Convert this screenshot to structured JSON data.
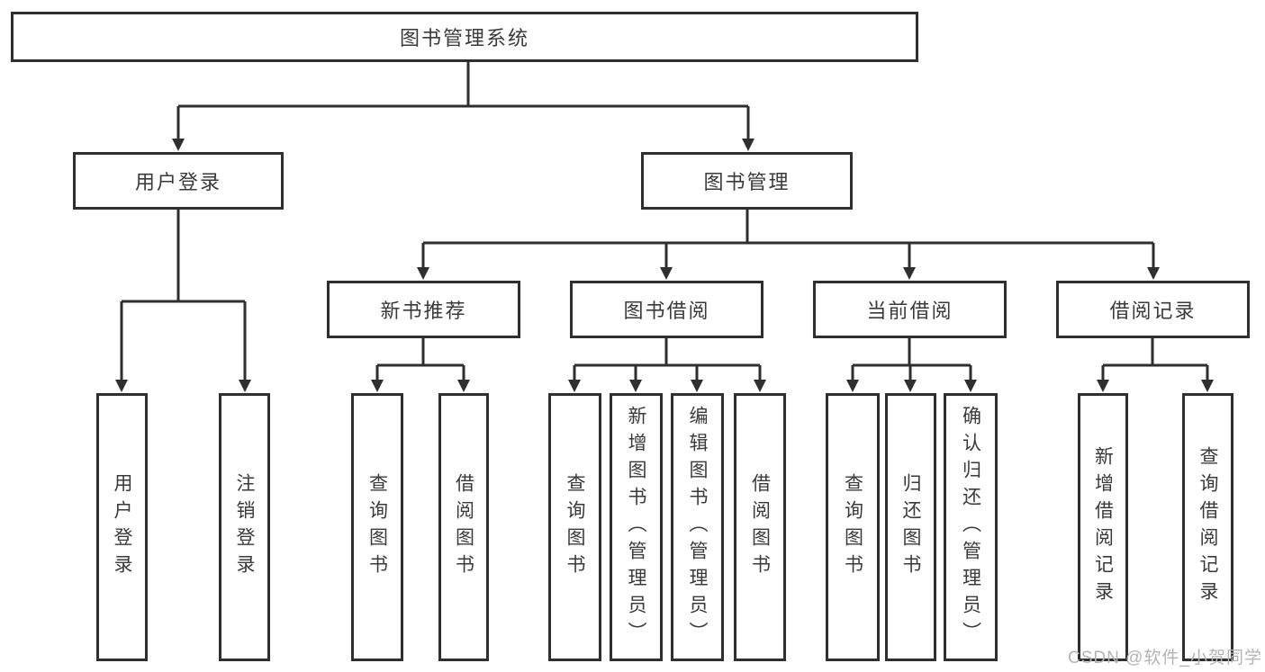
{
  "tree": {
    "label": "图书管理系统",
    "children": [
      {
        "label": "用户登录",
        "children": [
          {
            "label": "用户登录"
          },
          {
            "label": "注销登录"
          }
        ]
      },
      {
        "label": "图书管理",
        "children": [
          {
            "label": "新书推荐",
            "children": [
              {
                "label": "查询图书"
              },
              {
                "label": "借阅图书"
              }
            ]
          },
          {
            "label": "图书借阅",
            "children": [
              {
                "label": "查询图书"
              },
              {
                "label": "新增图书（管理员）"
              },
              {
                "label": "编辑图书（管理员）"
              },
              {
                "label": "借阅图书"
              }
            ]
          },
          {
            "label": "当前借阅",
            "children": [
              {
                "label": "查询图书"
              },
              {
                "label": "归还图书"
              },
              {
                "label": "确认归还（管理员）"
              }
            ]
          },
          {
            "label": "借阅记录",
            "children": [
              {
                "label": "新增借阅记录"
              },
              {
                "label": "查询借阅记录"
              }
            ]
          }
        ]
      }
    ]
  },
  "watermark": {
    "text": "CSDN @软件_小贺同学"
  },
  "colors": {
    "line": "#2f2f2f",
    "box_border": "#2f2f2f",
    "text": "#3a3a3a",
    "watermark": "#b4b4b4",
    "background": "#ffffff"
  }
}
